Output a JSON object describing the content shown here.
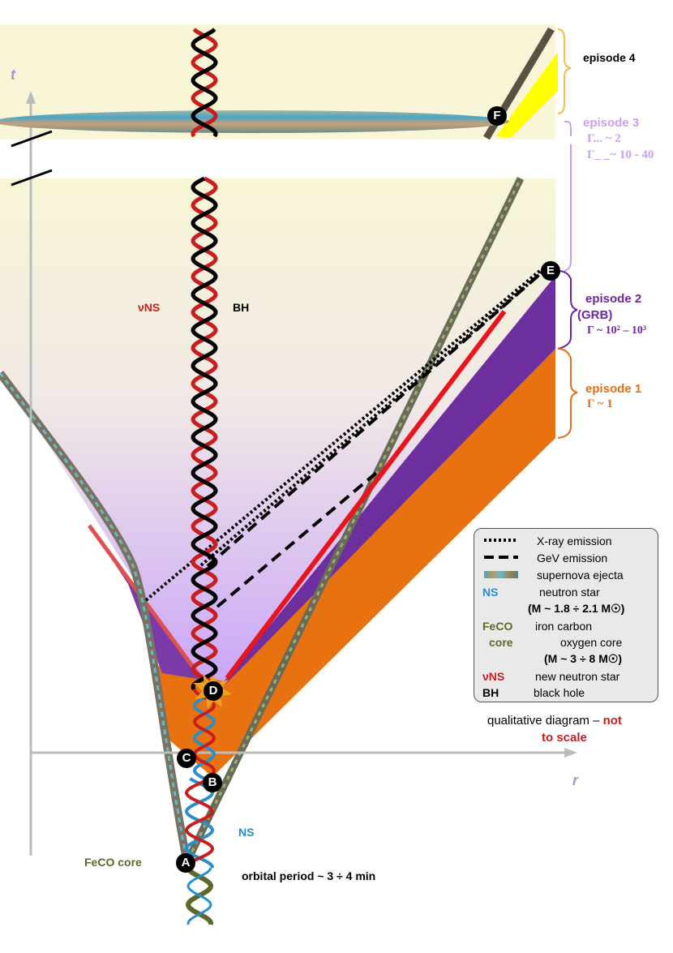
{
  "axes": {
    "t_label": "t",
    "r_label": "r"
  },
  "episodes": {
    "ep4": "episode 4",
    "ep3_title": "episode 3",
    "ep3_line1": "Γ... ~ 2",
    "ep3_line2": "Γ_ _~ 10 - 40",
    "ep2_title": "episode 2",
    "ep2_sub": "(GRB)",
    "ep2_gamma": "Γ ~ 10² – 10³",
    "ep1_title": "episode 1",
    "ep1_gamma": "Γ ~ 1"
  },
  "labels": {
    "vns": "νNS",
    "bh": "BH",
    "ns": "NS",
    "feco_core": "FeCO core",
    "orbital_period": "orbital period ~ 3 ÷ 4 min"
  },
  "points": {
    "A": "A",
    "B": "B",
    "C": "C",
    "D": "D",
    "E": "E",
    "F": "F"
  },
  "legend": {
    "xray": "X-ray emission",
    "gev": "GeV emission",
    "ejecta": "supernova ejecta",
    "ns_key": "NS",
    "ns_desc": "neutron star",
    "ns_mass": "(M ~ 1.8 ÷ 2.1 M☉)",
    "feco_key1": "FeCO",
    "feco_key2": "core",
    "feco_desc1": "iron carbon",
    "feco_desc2": "oxygen core",
    "feco_mass": "(M ~ 3 ÷ 8 M☉)",
    "vns_key": "νNS",
    "vns_desc": "new  neutron star",
    "bh_key": "BH",
    "bh_desc": "black hole"
  },
  "note": {
    "text": "qualitative diagram – ",
    "emph": "not",
    "line2": "to scale"
  },
  "colors": {
    "orange": "#e8720f",
    "purple": "#6e2f9e",
    "red": "#e8141e",
    "yellow": "#ffff00",
    "ns_blue": "#2a8ec8",
    "feco_green": "#5a6a2a",
    "axis_label": "#a896c8"
  }
}
